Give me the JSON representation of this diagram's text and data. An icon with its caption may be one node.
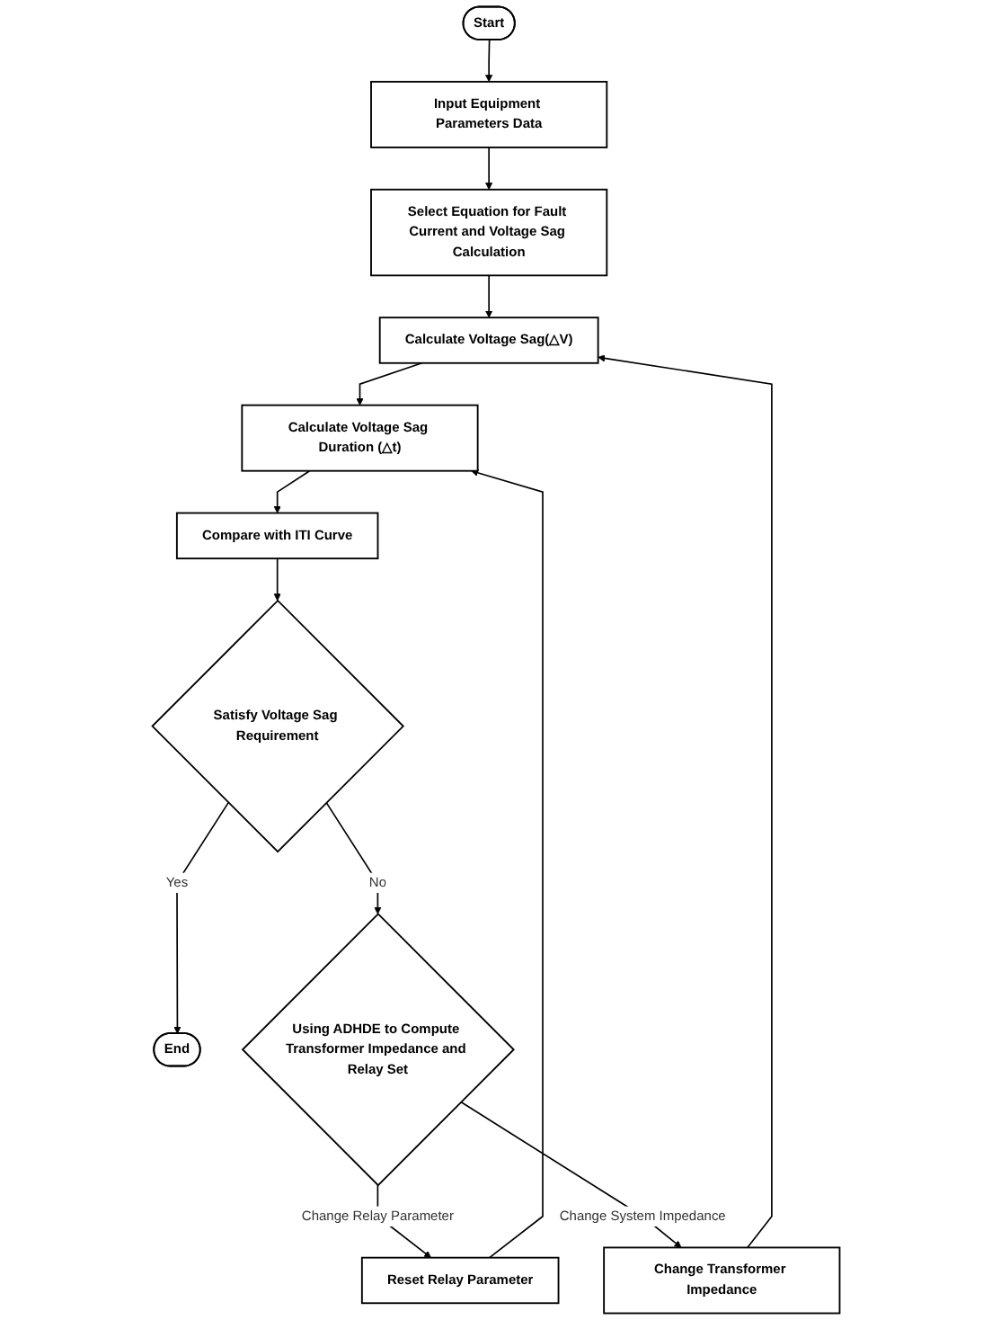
{
  "diagram": {
    "nodes": [
      {
        "text": [
          "Start"
        ]
      },
      {
        "text": [
          "Input Equipment Parameters Data"
        ]
      },
      {
        "text": [
          "Select Equation for Fault Current and Voltage Sag Calculation"
        ]
      },
      {
        "text": [
          "Calculate Voltage Sag(△V)"
        ]
      },
      {
        "text": [
          "Calculate Voltage Sag Duration (△t)"
        ]
      },
      {
        "text": [
          "Compare with ITI Curve"
        ]
      },
      {
        "text": [
          "Satisfy Voltage Sag Requirement"
        ]
      },
      {
        "text": [
          "End"
        ]
      },
      {
        "text": [
          "Using ADHDE to Compute Transformer Impedance and Relay Set"
        ]
      },
      {
        "text": [
          "Reset Relay Parameter"
        ]
      },
      {
        "text": [
          "Change Transformer Impedance"
        ]
      }
    ],
    "edges": [
      {
        "from": 0,
        "to": 1,
        "arrow": "to"
      },
      {
        "from": 1,
        "to": 2,
        "arrow": "to"
      },
      {
        "from": 2,
        "to": 3,
        "arrow": "to"
      },
      {
        "from": 3,
        "to": 4,
        "arrow": "to"
      },
      {
        "from": 4,
        "to": 5,
        "arrow": "to"
      },
      {
        "from": 5,
        "to": 6,
        "arrow": "to"
      },
      {
        "from": 6,
        "to": 7,
        "arrow": "to",
        "label": "Yes"
      },
      {
        "from": 6,
        "to": 8,
        "arrow": "to",
        "label": "No"
      },
      {
        "from": 8,
        "to": 9,
        "arrow": "to",
        "label": "Change Relay Parameter"
      },
      {
        "from": 9,
        "to": 4,
        "arrow": "to"
      },
      {
        "from": 8,
        "to": 10,
        "arrow": "to",
        "label": "Change System Impedance"
      },
      {
        "from": 10,
        "to": 3,
        "arrow": "to"
      }
    ]
  }
}
